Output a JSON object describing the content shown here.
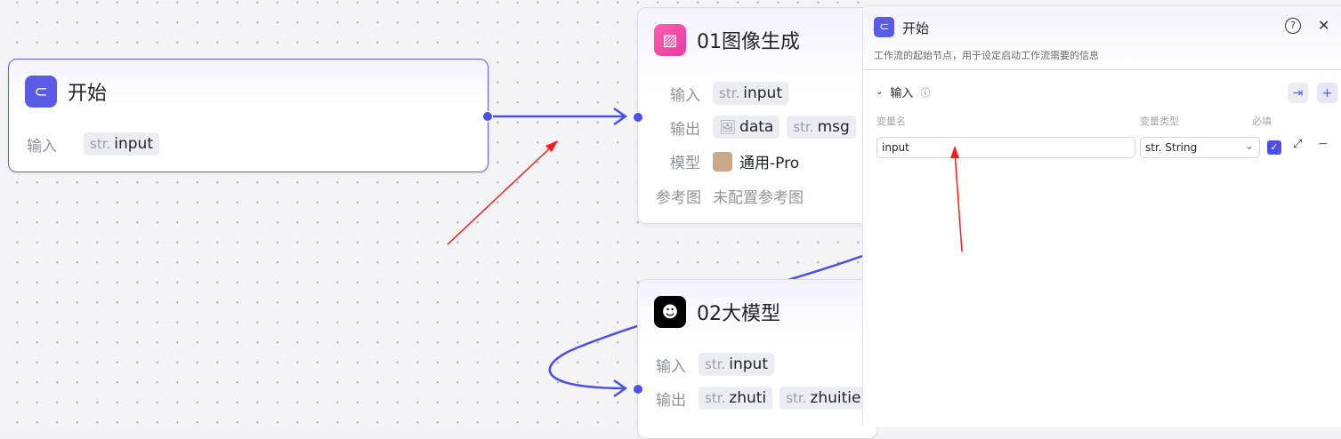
{
  "canvas": {
    "start_node": {
      "title": "开始",
      "input_label": "输入",
      "input_type": "str.",
      "input_name": "input"
    },
    "image_node": {
      "title": "01图像生成",
      "input_label": "输入",
      "input_type": "str.",
      "input_name": "input",
      "output_label": "输出",
      "outputs": [
        {
          "type": "image",
          "name": "data"
        },
        {
          "type": "str.",
          "name": "msg"
        }
      ],
      "model_label": "模型",
      "model_value": "通用-Pro",
      "ref_label": "参考图",
      "ref_value": "未配置参考图"
    },
    "llm_node": {
      "title": "02大模型",
      "input_label": "输入",
      "input_type": "str.",
      "input_name": "input",
      "output_label": "输出",
      "outputs": [
        {
          "type": "str.",
          "name": "zhuti"
        },
        {
          "type": "str.",
          "name": "zhuitier"
        }
      ]
    }
  },
  "panel": {
    "title": "开始",
    "description": "工作流的起始节点，用于设定启动工作流需要的信息",
    "section": "输入",
    "columns": {
      "name": "变量名",
      "type": "变量类型",
      "required": "必填"
    },
    "variable": {
      "name": "input",
      "type": "str. String",
      "required": true
    }
  },
  "colors": {
    "accent": "#4b50e6",
    "annotation": "#ff1a1a"
  }
}
